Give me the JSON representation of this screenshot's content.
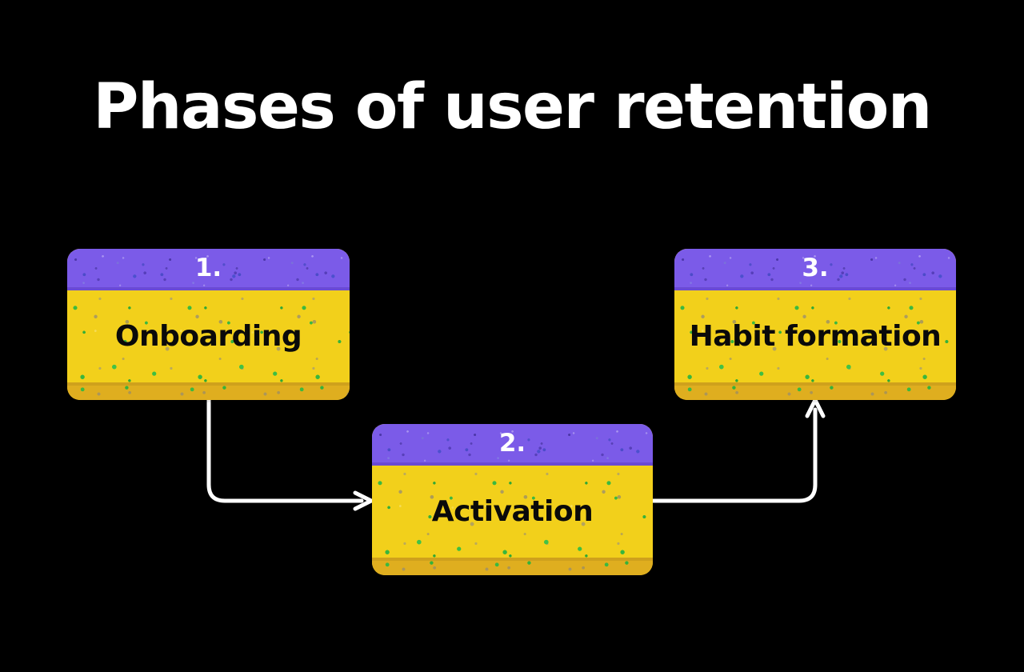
{
  "page": {
    "title": "Phases of user retention",
    "background_color": "#000000"
  },
  "theme": {
    "header_purple": "#7B5BE8",
    "header_purple_edge": "#6A4AD4",
    "body_yellow": "#F2D01B",
    "lip_gold": "#DFAE1F",
    "label_text": "#0A0A0A",
    "number_text": "#FFFFFF",
    "connector_line": "#FFFFFF",
    "speckle_green": "#3BB93F"
  },
  "diagram": {
    "type": "flowchart",
    "cards": [
      {
        "number": "1.",
        "label": "Onboarding"
      },
      {
        "number": "2.",
        "label": "Activation"
      },
      {
        "number": "3.",
        "label": "Habit\nformation"
      }
    ],
    "connectors": [
      {
        "from": "Onboarding",
        "to": "Activation",
        "shape": "down-then-right",
        "arrow": "right"
      },
      {
        "from": "Activation",
        "to": "Habit formation",
        "shape": "right-then-up",
        "arrow": "up"
      }
    ]
  }
}
